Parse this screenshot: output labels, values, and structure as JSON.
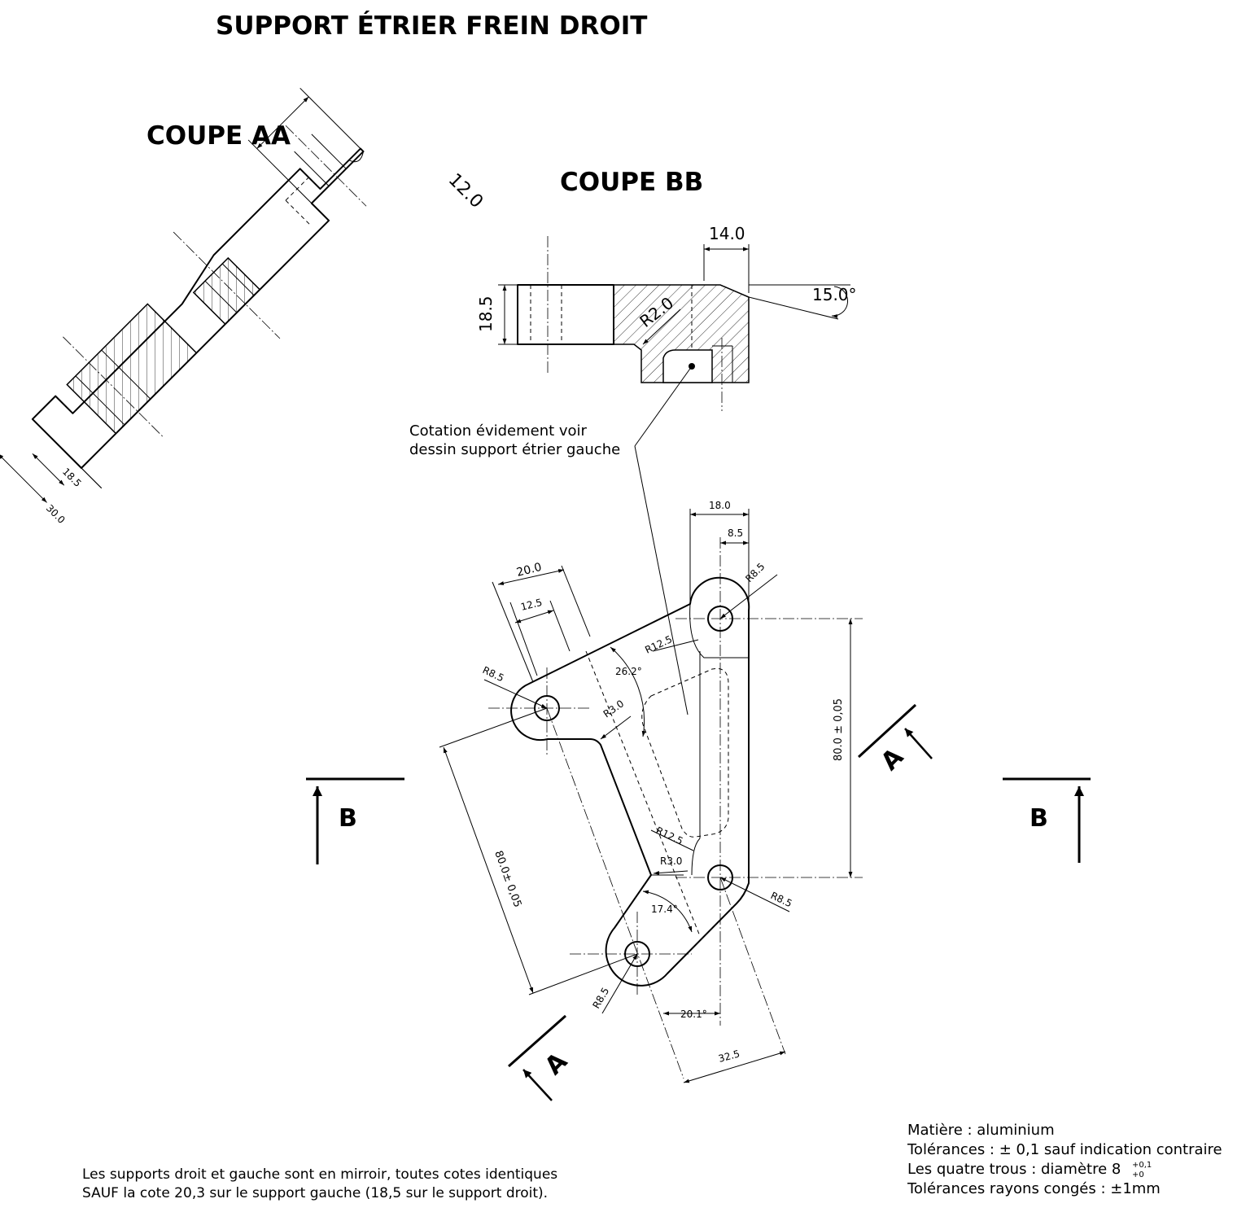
{
  "title": "SUPPORT ÉTRIER FREIN DROIT",
  "views": {
    "section_aa": "COUPE AA",
    "section_bb": "COUPE BB"
  },
  "section_markers": {
    "a": "A",
    "b": "B"
  },
  "dimensions_aa": {
    "d1": "12.0",
    "d2": "18.5",
    "d3": "30.0"
  },
  "dimensions_bb": {
    "width": "14.0",
    "height": "18.5",
    "radius": "R2.0",
    "angle": "15.0°"
  },
  "callout": {
    "line1": "Cotation évidement voir",
    "line2": "dessin support étrier gauche"
  },
  "dimensions_plan": {
    "d18": "18.0",
    "d8_5": "8.5",
    "d20": "20.0",
    "d12_5": "12.5",
    "r8_5_top": "R8.5",
    "r8_5_left": "R8.5",
    "r8_5_right": "R8.5",
    "r8_5_bottom": "R8.5",
    "r12_5_top": "R12.5",
    "r12_5_mid": "R12.5",
    "r3_upper": "R3.0",
    "r3_lower": "R3.0",
    "a26": "26.2°",
    "a17": "17.4°",
    "a20": "20.1°",
    "d32_5": "32.5",
    "d80_vertical": "80.0 ± 0,05",
    "d80_diagonal": "80.0± 0,05"
  },
  "notes_right": {
    "material": "Matière : aluminium",
    "tolerances": "Tolérances : ± 0,1 sauf indication contraire",
    "holes": "Les quatre trous : diamètre 8",
    "holes_tol_upper": "+0,1",
    "holes_tol_lower": "+0",
    "fillets": "Tolérances rayons congés : ±1mm"
  },
  "notes_bottom": {
    "line1": "Les supports droit et gauche sont en mirroir, toutes cotes identiques",
    "line2": "SAUF la cote 20,3 sur le support gauche (18,5 sur le support droit)."
  }
}
